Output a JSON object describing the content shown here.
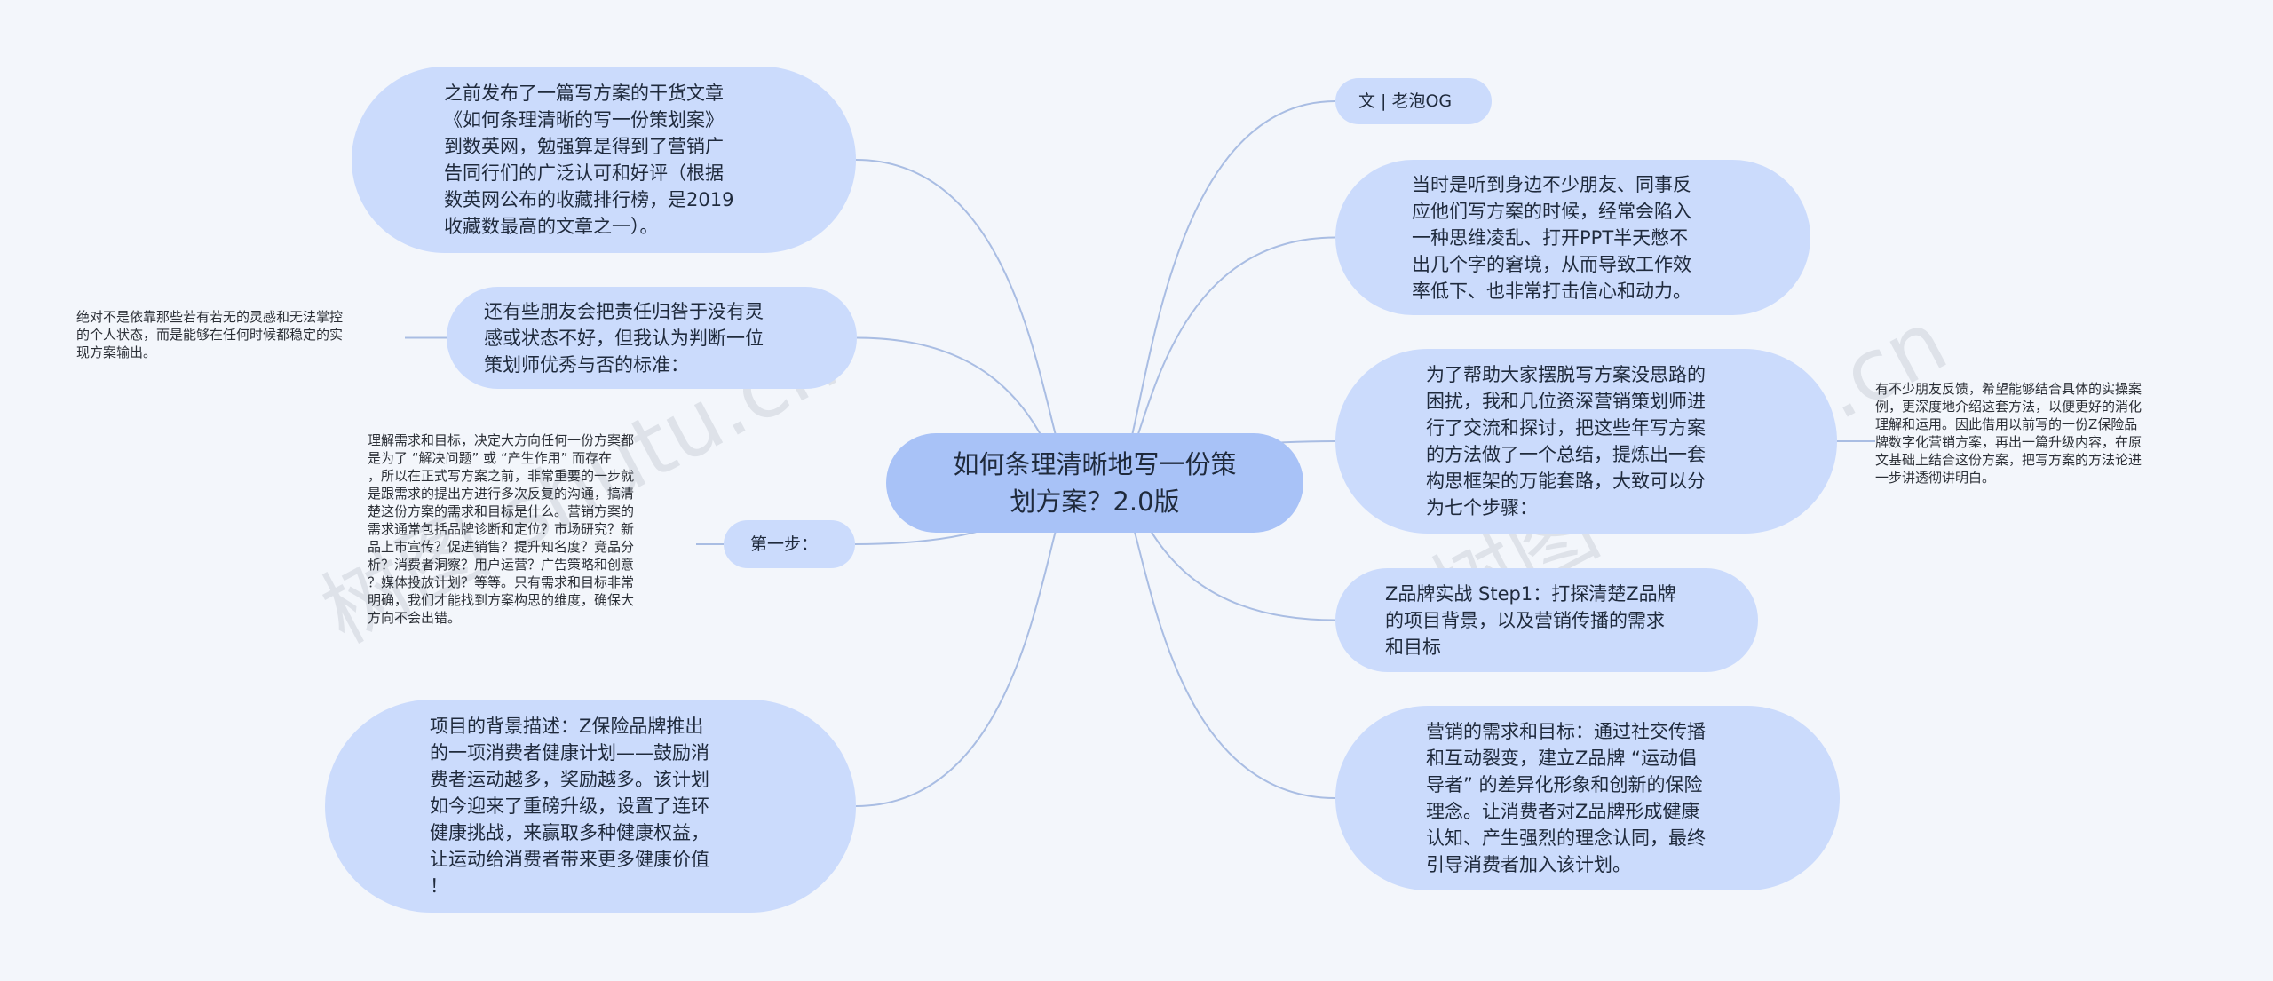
{
  "root": {
    "text": "如何条理清晰地写一份策\n划方案？2.0版"
  },
  "right_nodes": [
    {
      "id": "author",
      "text": "文 | 老泡OG"
    },
    {
      "id": "r1",
      "text": "当时是听到身边不少朋友、同事反\n应他们写方案的时候，经常会陷入\n一种思维凌乱、打开PPT半天憋不\n出几个字的窘境，从而导致工作效\n率低下、也非常打击信心和动力。"
    },
    {
      "id": "r2",
      "text": "为了帮助大家摆脱写方案没思路的\n困扰，我和几位资深营销策划师进\n行了交流和探讨，把这些年写方案\n的方法做了一个总结，提炼出一套\n构思框架的万能套路，大致可以分\n为七个步骤："
    },
    {
      "id": "r3",
      "text": "Z品牌实战 Step1：打探清楚Z品牌\n的项目背景，以及营销传播的需求\n和目标"
    },
    {
      "id": "r4",
      "text": "营销的需求和目标：通过社交传播\n和互动裂变，建立Z品牌 “运动倡\n导者” 的差异化形象和创新的保险\n理念。让消费者对Z品牌形成健康\n认知、产生强烈的理念认同，最终\n引导消费者加入该计划。"
    }
  ],
  "left_nodes": [
    {
      "id": "l1",
      "text": "之前发布了一篇写方案的干货文章\n《如何条理清晰的写一份策划案》\n到数英网，勉强算是得到了营销广\n告同行们的广泛认可和好评（根据\n数英网公布的收藏排行榜，是2019\n收藏数最高的文章之一）。"
    },
    {
      "id": "l2",
      "text": "还有些朋友会把责任归咎于没有灵\n感或状态不好，但我认为判断一位\n策划师优秀与否的标准："
    },
    {
      "id": "l3",
      "text": "第一步："
    },
    {
      "id": "l4",
      "text": "项目的背景描述：Z保险品牌推出\n的一项消费者健康计划——鼓励消\n费者运动越多，奖励越多。该计划\n如今迎来了重磅升级，设置了连环\n健康挑战，来赢取多种健康权益，\n让运动给消费者带来更多健康价值\n！"
    }
  ],
  "notes": [
    {
      "id": "n_l2",
      "text": "绝对不是依靠那些若有若无的灵感和无法掌控\n的个人状态，而是能够在任何时候都稳定的实\n现方案输出。"
    },
    {
      "id": "n_l3",
      "text": "理解需求和目标，决定大方向任何一份方案都\n是为了 “解决问题” 或 “产生作用” 而存在\n，所以在正式写方案之前，非常重要的一步就\n是跟需求的提出方进行多次反复的沟通，搞清\n楚这份方案的需求和目标是什么。营销方案的\n需求通常包括品牌诊断和定位？市场研究？新\n品上市宣传？促进销售？提升知名度？竞品分\n析？消费者洞察？用户运营？广告策略和创意\n？媒体投放计划？等等。只有需求和目标非常\n明确，我们才能找到方案构思的维度，确保大\n方向不会出错。"
    },
    {
      "id": "n_r2",
      "text": "有不少朋友反馈，希望能够结合具体的实操案\n例，更深度地介绍这套方法，以便更好的消化\n理解和运用。因此借用以前写的一份Z保险品\n牌数字化营销方案，再出一篇升级内容，在原\n文基础上结合这份方案，把写方案的方法论进\n一步讲透彻讲明白。"
    }
  ],
  "watermarks": [
    "树图 shutu.cn",
    "树图 shutu.cn"
  ],
  "colors": {
    "background": "#f3f6fb",
    "node": "#cbdbfc",
    "root": "#a8c2f7",
    "link": "#a9bde3"
  }
}
